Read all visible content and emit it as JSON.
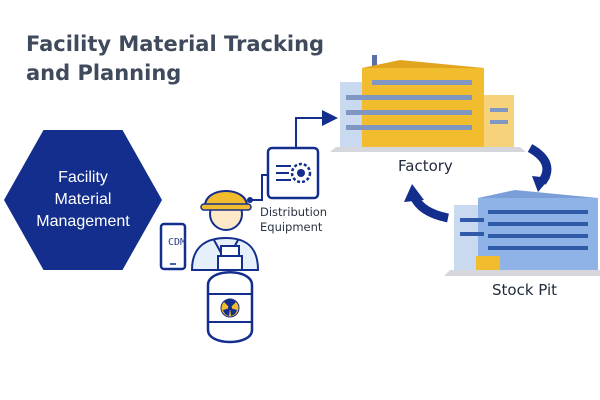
{
  "title": {
    "line1": "Facility Material Tracking",
    "line2": "and Planning"
  },
  "hexagon": {
    "line1": "Facility",
    "line2": "Material",
    "line3": "Management"
  },
  "labels": {
    "factory": "Factory",
    "stock_pit": "Stock Pit",
    "distribution_line1": "Distribution",
    "distribution_line2": "Equipment",
    "cdm": "CDM"
  },
  "icons": [
    "factory-icon",
    "warehouse-icon",
    "worker-icon",
    "tablet-icon",
    "gear-icon",
    "gas-tank-icon",
    "radiation-icon"
  ],
  "colors": {
    "navy": "#132e8c",
    "factory_yellow": "#f2bc2f",
    "building_blue": "#8fb3e6"
  }
}
